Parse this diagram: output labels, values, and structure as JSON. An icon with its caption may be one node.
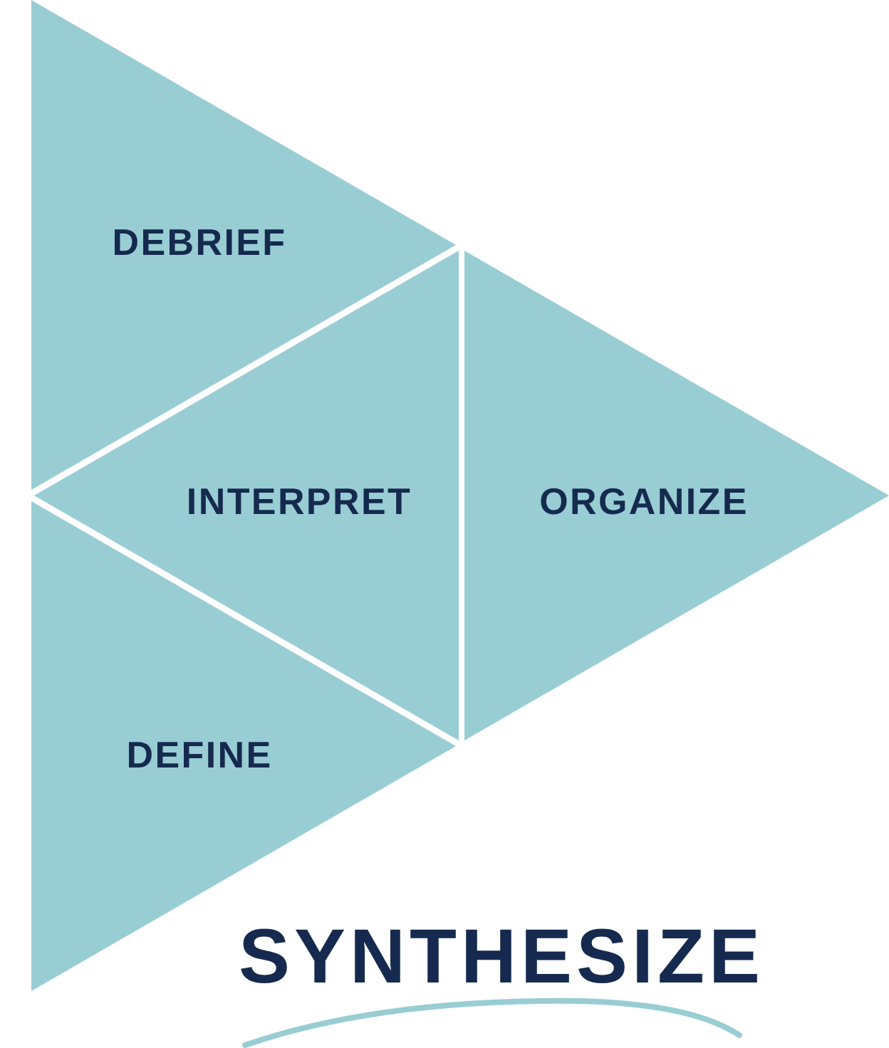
{
  "diagram": {
    "title": "SYNTHESIZE",
    "nodes": [
      {
        "text": [
          "DEBRIEF"
        ]
      },
      {
        "text": [
          "INTERPRET"
        ]
      },
      {
        "text": [
          "ORGANIZE"
        ]
      },
      {
        "text": [
          "DEFINE"
        ]
      }
    ]
  }
}
